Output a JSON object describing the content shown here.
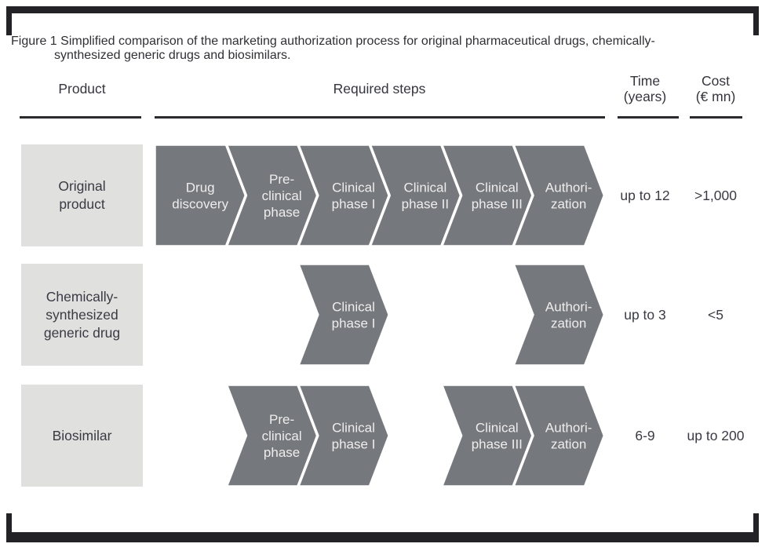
{
  "figure": {
    "caption_line1": "Figure 1 Simplified comparison of the marketing authorization process for original pharmaceutical drugs, chemically-",
    "caption_line2": "synthesized generic drugs and biosimilars."
  },
  "headers": {
    "product": "Product",
    "required_steps": "Required steps",
    "time_line1": "Time",
    "time_line2": "(years)",
    "cost_line1": "Cost",
    "cost_line2": "(€ mn)"
  },
  "rows": [
    {
      "product": "Original\nproduct",
      "time": "up to 12",
      "cost": ">1,000",
      "steps": [
        {
          "col": 0,
          "label": "Drug\ndiscovery",
          "flat_left": true
        },
        {
          "col": 1,
          "label": "Pre-\nclinical\nphase"
        },
        {
          "col": 2,
          "label": "Clinical\nphase I"
        },
        {
          "col": 3,
          "label": "Clinical\nphase II"
        },
        {
          "col": 4,
          "label": "Clinical\nphase III"
        },
        {
          "col": 5,
          "label": "Authori-\nzation"
        }
      ]
    },
    {
      "product": "Chemically-\nsynthesized\ngeneric drug",
      "time": "up to 3",
      "cost": "<5",
      "steps": [
        {
          "col": 2,
          "label": "Clinical\nphase I"
        },
        {
          "col": 5,
          "label": "Authori-\nzation"
        }
      ]
    },
    {
      "product": "Biosimilar",
      "time": "6-9",
      "cost": "up to 200",
      "steps": [
        {
          "col": 1,
          "label": "Pre-\nclinical\nphase"
        },
        {
          "col": 2,
          "label": "Clinical\nphase I"
        },
        {
          "col": 4,
          "label": "Clinical\nphase III"
        },
        {
          "col": 5,
          "label": "Authori-\nzation"
        }
      ]
    }
  ],
  "colors": {
    "chevron_fill": "#75797e",
    "chevron_text": "#efedec",
    "product_box": "#e0e0de",
    "dark_text": "#3a3a44",
    "frame": "#232327",
    "separator": "#ffffff"
  }
}
